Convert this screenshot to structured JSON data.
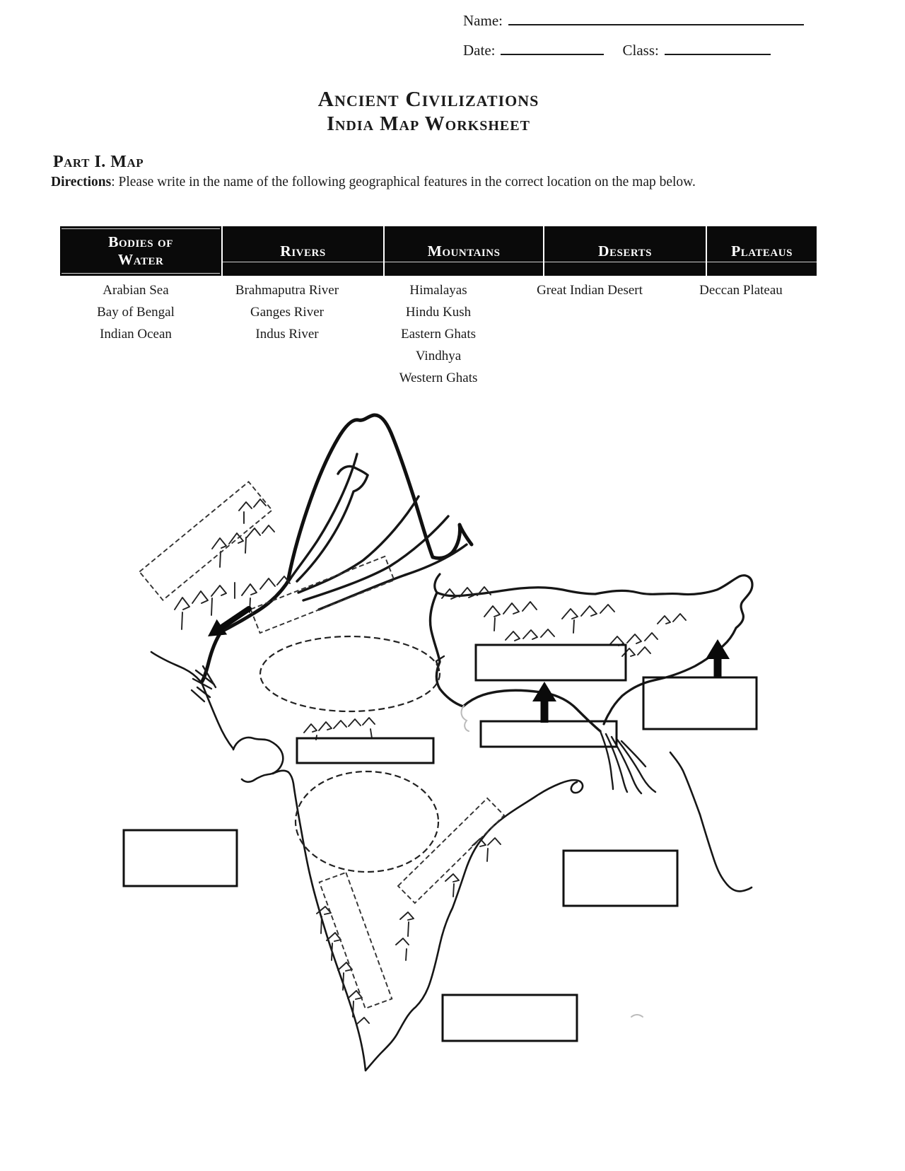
{
  "page": {
    "bg": "#ffffff",
    "ink": "#1a1a1a"
  },
  "header_fields": {
    "name_label": "Name:",
    "date_label": "Date:",
    "class_label": "Class:"
  },
  "title": {
    "line1": "Ancient Civilizations",
    "line2": "India Map Worksheet"
  },
  "section": {
    "heading": "Part I. Map",
    "directions_label": "Directions",
    "directions_text": ": Please write in the name of the following geographical features in the correct location on the map below."
  },
  "table": {
    "header_bg": "#0a0a0a",
    "header_text_color": "#ffffff",
    "columns": [
      {
        "header": "Bodies of Water",
        "items": [
          "Arabian Sea",
          "Bay of Bengal",
          "Indian Ocean"
        ]
      },
      {
        "header": "Rivers",
        "items": [
          "Brahmaputra River",
          "Ganges River",
          "Indus River"
        ]
      },
      {
        "header": "Mountains",
        "items": [
          "Himalayas",
          "Hindu Kush",
          "Eastern Ghats",
          "Vindhya",
          "Western Ghats"
        ]
      },
      {
        "header": "Deserts",
        "items": [
          "Great Indian Desert"
        ]
      },
      {
        "header": "Plateaus",
        "items": [
          "Deccan Plateau"
        ]
      }
    ]
  },
  "map": {
    "blank_label_boxes": 11,
    "region_ellipses": 2,
    "arrows": 3
  }
}
